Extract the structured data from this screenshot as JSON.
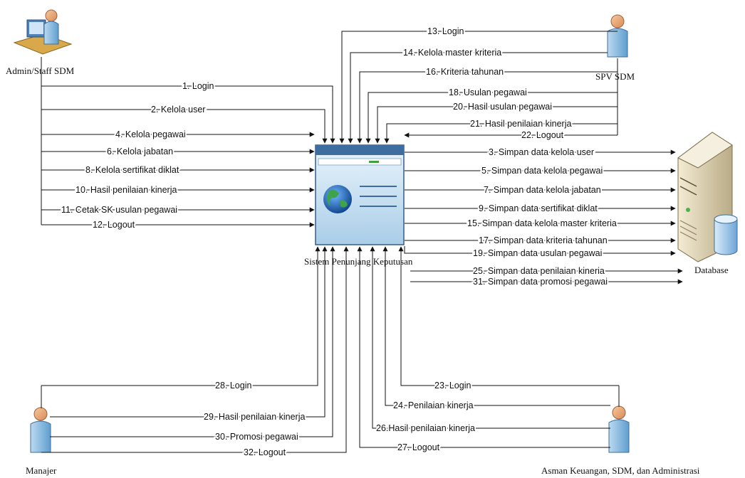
{
  "actors": {
    "admin": "Admin/Staff SDM",
    "spv": "SPV SDM",
    "manajer": "Manajer",
    "asman": "Asman Keuangan, SDM, dan Administrasi"
  },
  "system": {
    "label": "Sistem Penunjang Keputusan"
  },
  "database": {
    "label": "Database"
  },
  "flows": {
    "admin": [
      "1. Login",
      "2. Kelola user",
      "4. Kelola pegawai",
      "6. Kelola jabatan",
      "8. Kelola sertifikat diklat",
      "10. Hasil penilaian kinerja",
      "11. Cetak SK usulan pegawai",
      "12. Logout"
    ],
    "spv": [
      "13. Login",
      "14. Kelola master kriteria",
      "16. Kriteria tahunan",
      "18. Usulan pegawai",
      "20. Hasil usulan pegawai",
      "21. Hasil penilaian kinerja",
      "22. Logout"
    ],
    "db": [
      "3. Simpan data kelola user",
      "5. Simpan data kelola pegawai",
      "7. Simpan data kelola jabatan",
      "9. Simpan data sertifikat diklat",
      "15. Simpan data kelola master kriteria",
      "17. Simpan data kriteria tahunan",
      "19. Simpan data usulan pegawai",
      "25. Simpan data penilaian kineria",
      "31. Simpan data promosi pegawai"
    ],
    "manajer": [
      "28. Login",
      "29. Hasil penilaian kinerja",
      "30. Promosi pegawai",
      "32. Logout"
    ],
    "asman": [
      "23. Login",
      "24. Penilaian kinerja",
      "26.Hasil penilaian kinerja",
      "27. Logout"
    ]
  }
}
